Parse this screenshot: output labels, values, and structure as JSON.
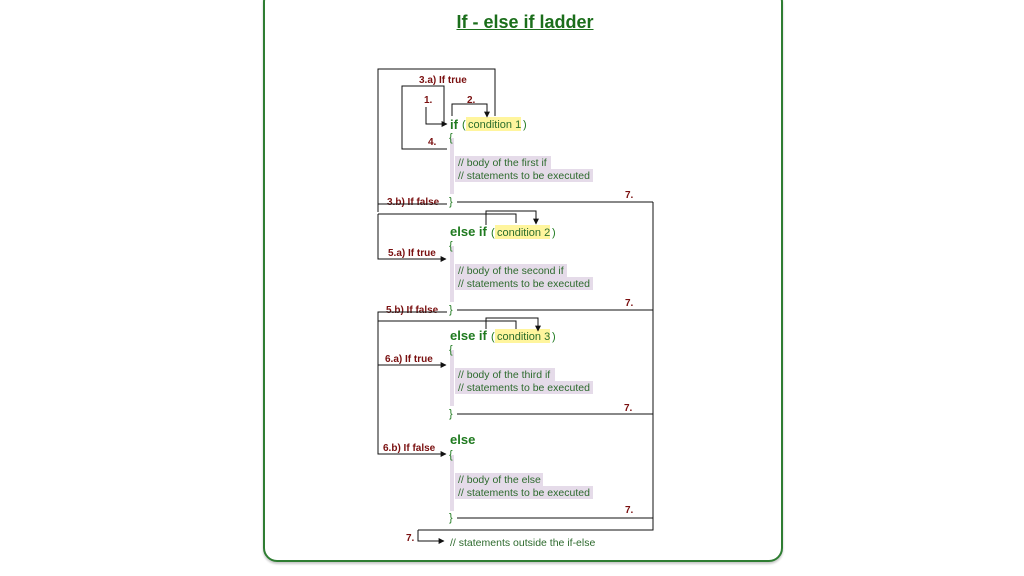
{
  "title": "If - else if ladder",
  "blocks": {
    "if": {
      "keyword": "if",
      "condition": "condition 1",
      "body_comment": "// body of the first if",
      "body_statements": "// statements to be executed"
    },
    "elseif1": {
      "keyword": "else if",
      "condition": "condition 2",
      "body_comment": "// body of the second if",
      "body_statements": "// statements to be executed"
    },
    "elseif2": {
      "keyword": "else if",
      "condition": "condition 3",
      "body_comment": "// body of the third if",
      "body_statements": "// statements to be executed"
    },
    "else": {
      "keyword": "else",
      "body_comment": "// body of the else",
      "body_statements": "// statements to be executed"
    }
  },
  "syntax": {
    "open_paren": "(",
    "close_paren": ")",
    "open_brace": "{",
    "close_brace": "}"
  },
  "labels": {
    "step1": "1.",
    "step2": "2.",
    "step3a": "3.a) If true",
    "step3b": "3.b) If false",
    "step4": "4.",
    "step5a": "5.a) If true",
    "step5b": "5.b) If false",
    "step6a": "6.a) If true",
    "step6b": "6.b) If false",
    "step7": "7."
  },
  "outside_statement": "// statements outside the if-else",
  "colors": {
    "frame": "#2e7d32",
    "keyword": "#1f7a1f",
    "label": "#7a1010",
    "condition_highlight": "#fff59d",
    "body_highlight": "#e5dbe9"
  }
}
